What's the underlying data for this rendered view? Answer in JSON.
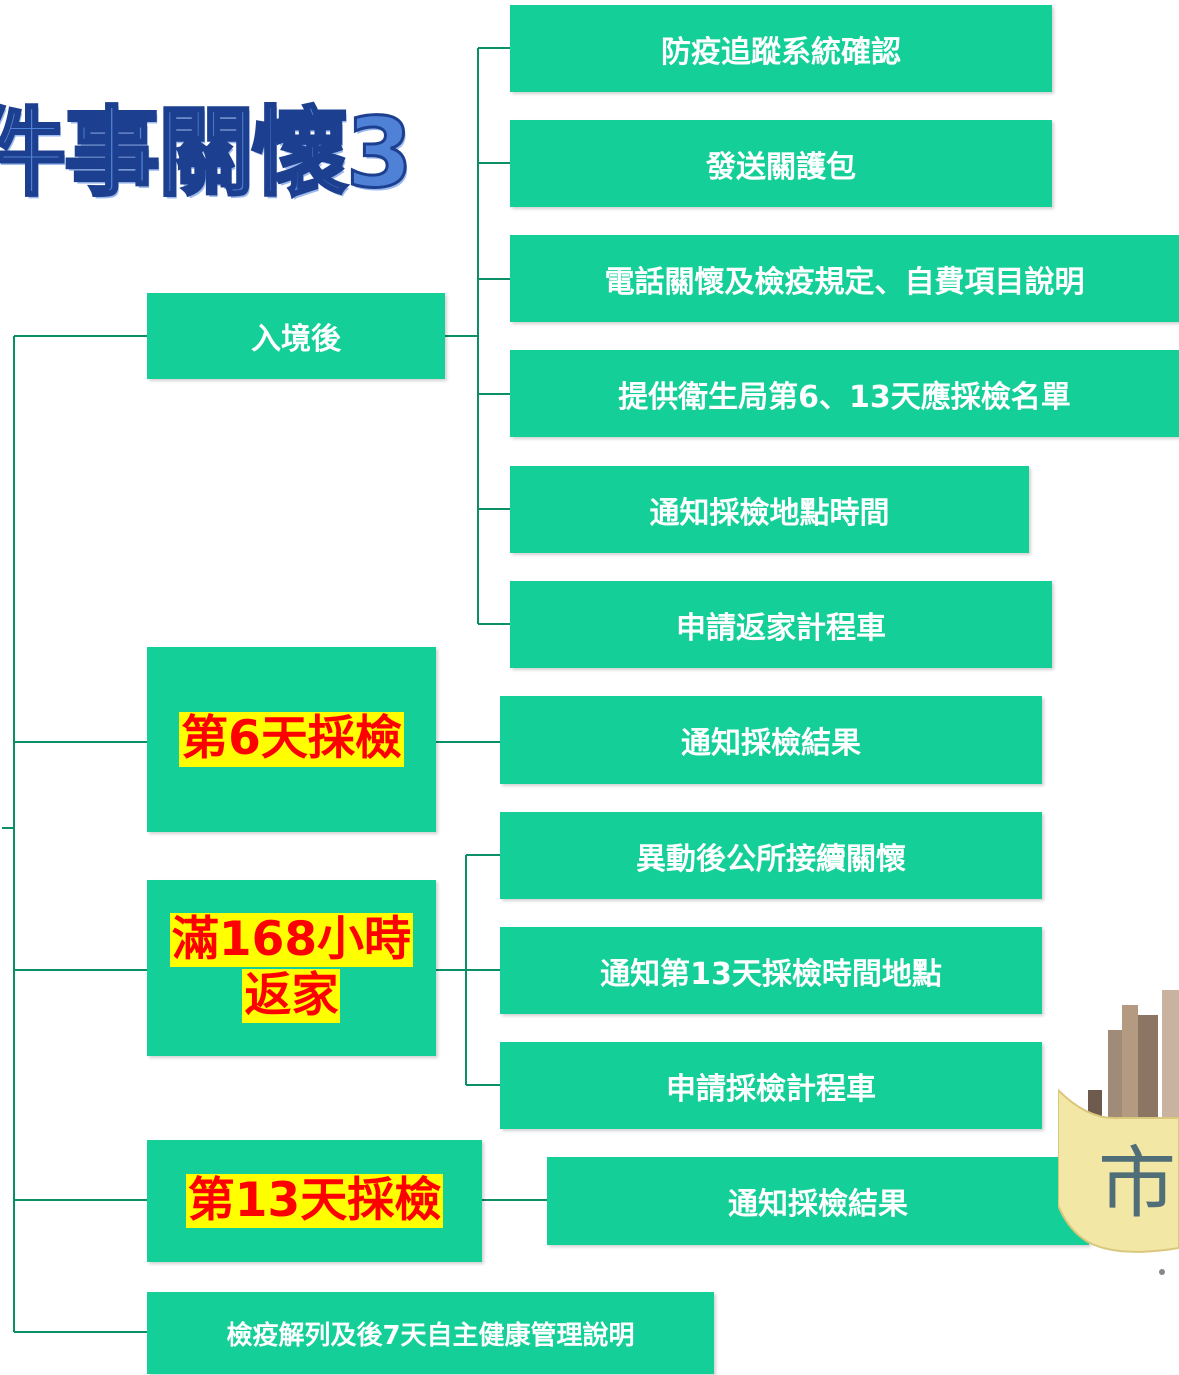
{
  "title": "件事關懷3",
  "colors": {
    "node": "#14cf97",
    "highlight_bg": "#ffff00",
    "highlight_text": "#ff0000",
    "title": "#4f82d6",
    "line": "#0a8f66"
  },
  "nodes": {
    "entry": "入境後",
    "day6": "第6天採檢",
    "home168_line1": "滿168小時",
    "home168_line2": "返家",
    "day13": "第13天採檢",
    "release": "檢疫解列及後7天自主健康管理說明"
  },
  "entry_children": [
    "防疫追蹤系統確認",
    "發送關護包",
    "電話關懷及檢疫規定、自費項目說明",
    "提供衛生局第6、13天應採檢名單",
    "通知採檢地點時間",
    "申請返家計程車"
  ],
  "day6_children": [
    "通知採檢結果"
  ],
  "home168_children": [
    "異動後公所接續關懷",
    "通知第13天採檢時間地點",
    "申請採檢計程車"
  ],
  "day13_children": [
    "通知採檢結果"
  ],
  "deco": {
    "glyph": "市",
    "icon": "city-logo-icon"
  }
}
